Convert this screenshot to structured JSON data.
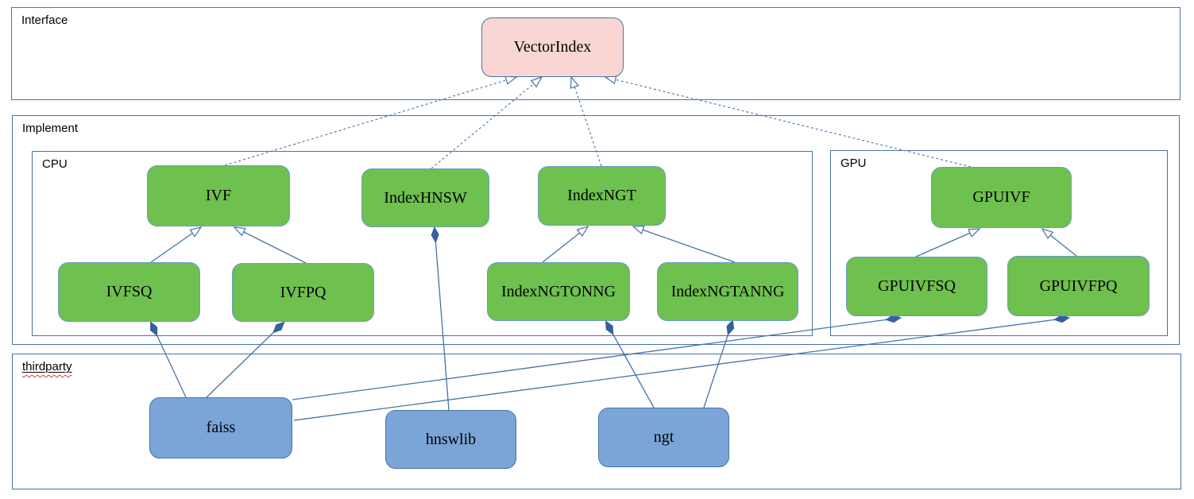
{
  "diagram": {
    "groups": {
      "interface": {
        "label": "Interface"
      },
      "implement": {
        "label": "Implement"
      },
      "cpu": {
        "label": "CPU"
      },
      "gpu": {
        "label": "GPU"
      },
      "thirdparty": {
        "label": "thirdparty"
      }
    },
    "nodes": {
      "vectorindex": {
        "label": "VectorIndex",
        "type": "interface"
      },
      "ivf": {
        "label": "IVF",
        "type": "implementation"
      },
      "indexhnsw": {
        "label": "IndexHNSW",
        "type": "implementation"
      },
      "indexngt": {
        "label": "IndexNGT",
        "type": "implementation"
      },
      "ivfsq": {
        "label": "IVFSQ",
        "type": "implementation"
      },
      "ivfpq": {
        "label": "IVFPQ",
        "type": "implementation"
      },
      "indexngtonng": {
        "label": "IndexNGTONNG",
        "type": "implementation"
      },
      "indexngtanng": {
        "label": "IndexNGTANNG",
        "type": "implementation"
      },
      "gpuivf": {
        "label": "GPUIVF",
        "type": "implementation"
      },
      "gpuivfsq": {
        "label": "GPUIVFSQ",
        "type": "implementation"
      },
      "gpuivfpq": {
        "label": "GPUIVFPQ",
        "type": "implementation"
      },
      "faiss": {
        "label": "faiss",
        "type": "thirdparty"
      },
      "hnswlib": {
        "label": "hnswlib",
        "type": "thirdparty"
      },
      "ngt": {
        "label": "ngt",
        "type": "thirdparty"
      }
    },
    "edges": [
      {
        "from": "IVF",
        "to": "VectorIndex",
        "type": "realization-dashed-hollow-arrow"
      },
      {
        "from": "IndexHNSW",
        "to": "VectorIndex",
        "type": "realization-dashed-hollow-arrow"
      },
      {
        "from": "IndexNGT",
        "to": "VectorIndex",
        "type": "realization-dashed-hollow-arrow"
      },
      {
        "from": "GPUIVF",
        "to": "VectorIndex",
        "type": "realization-dashed-hollow-arrow"
      },
      {
        "from": "IVFSQ",
        "to": "IVF",
        "type": "generalization-hollow-arrow"
      },
      {
        "from": "IVFPQ",
        "to": "IVF",
        "type": "generalization-hollow-arrow"
      },
      {
        "from": "IndexNGTONNG",
        "to": "IndexNGT",
        "type": "generalization-hollow-arrow"
      },
      {
        "from": "IndexNGTANNG",
        "to": "IndexNGT",
        "type": "generalization-hollow-arrow"
      },
      {
        "from": "GPUIVFSQ",
        "to": "GPUIVF",
        "type": "generalization-hollow-arrow"
      },
      {
        "from": "GPUIVFPQ",
        "to": "GPUIVF",
        "type": "generalization-hollow-arrow"
      },
      {
        "from": "IVFSQ",
        "to": "faiss",
        "type": "composition-diamond"
      },
      {
        "from": "IVFPQ",
        "to": "faiss",
        "type": "composition-diamond"
      },
      {
        "from": "GPUIVFSQ",
        "to": "faiss",
        "type": "composition-diamond"
      },
      {
        "from": "GPUIVFPQ",
        "to": "faiss",
        "type": "composition-diamond"
      },
      {
        "from": "IndexHNSW",
        "to": "hnswlib",
        "type": "composition-diamond"
      },
      {
        "from": "IndexNGTONNG",
        "to": "ngt",
        "type": "composition-diamond"
      },
      {
        "from": "IndexNGTANNG",
        "to": "ngt",
        "type": "composition-diamond"
      }
    ],
    "colors": {
      "interface_fill": "#f9d6d3",
      "implementation_fill": "#6ec04f",
      "thirdparty_fill": "#7ba5d7",
      "line": "#4673a8",
      "diamond_fill": "#35619e",
      "spellcheck_underline": "#d83a34"
    }
  }
}
